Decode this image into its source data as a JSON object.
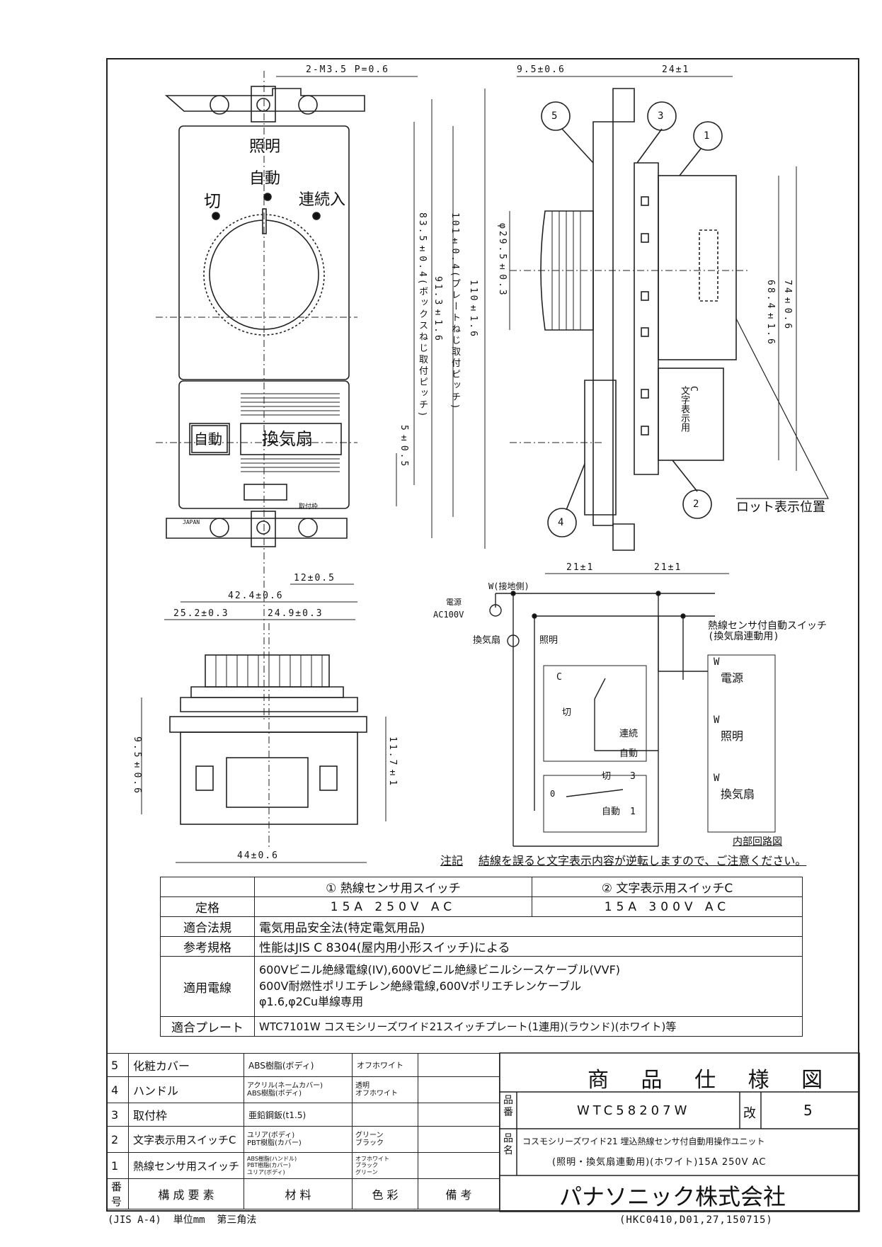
{
  "dims": {
    "screw": "2-M3.5 P=0.6",
    "top_l": "9.5±0.6",
    "top_r": "24±1",
    "pitch_box": "83.5±0.4(ボックスねじ取付ピッチ)",
    "pitch_plate": "101±0.4(プレートねじ取付ピッチ)",
    "h91": "91.3±1.6",
    "h110": "110±1.6",
    "h5": "5±0.5",
    "w12": "12±0.5",
    "w42": "42.4±0.6",
    "w25": "25.2±0.3",
    "w24": "24.9±0.3",
    "dia": "φ29.5±0.3",
    "h68": "68.4±1.6",
    "h74": "74±0.6",
    "b21l": "21±1",
    "b21r": "21±1",
    "h9": "9.5±0.6",
    "h11": "11.7±1",
    "w44": "44±0.6"
  },
  "face": {
    "label_light": "照明",
    "label_auto": "自動",
    "label_off": "切",
    "label_cont": "連続入",
    "auto_box": "自動",
    "fan": "換気扇",
    "japan": "JAPAN",
    "frame": "取付枠"
  },
  "side": {
    "char_switch": "C\n文字表示用",
    "lot": "ロット表示位置",
    "callouts": [
      "5",
      "3",
      "1",
      "2",
      "4"
    ]
  },
  "circuit": {
    "w_ground": "W(接地側)",
    "power": "電源",
    "ac": "AC100V",
    "fan": "換気扇",
    "light": "照明",
    "c": "C",
    "off": "切",
    "cont": "連続",
    "auto": "自動",
    "off2": "切",
    "n3": "3",
    "n0": "0",
    "auto2": "自動",
    "n1": "1",
    "sw_title": "熱線センサ付自動スイッチ\n(換気扇連動用)",
    "w1": "W",
    "power2": "電源",
    "w2": "W",
    "light2": "照明",
    "w3": "W",
    "fan2": "換気扇",
    "internal": "内部回路図",
    "note_label": "注記",
    "note": "結線を誤ると文字表示内容が逆転しますので、ご注意ください。"
  },
  "spec": {
    "col1": "① 熱線センサ用スイッチ",
    "col2": "② 文字表示用スイッチC",
    "rows": [
      {
        "k": "定格",
        "v1": "15A 250V AC",
        "v2": "15A 300V AC"
      },
      {
        "k": "適合法規",
        "v": "電気用品安全法(特定電気用品)"
      },
      {
        "k": "参考規格",
        "v": "性能はJIS C 8304(屋内用小形スイッチ)による"
      },
      {
        "k": "適用電線",
        "v": "600Vビニル絶縁電線(IV),600Vビニル絶縁ビニルシースケーブル(VVF)\n600V耐燃性ポリエチレン絶縁電線,600Vポリエチレンケーブル\nφ1.6,φ2Cu単線専用"
      },
      {
        "k": "適合プレート",
        "v": "WTC7101W コスモシリーズワイド21スイッチプレート(1連用)(ラウンド)(ホワイト)等"
      }
    ]
  },
  "parts": {
    "rows": [
      {
        "no": "5",
        "name": "化粧カバー",
        "mat": "ABS樹脂(ボディ)",
        "col": "オフホワイト",
        "mat_sm": false,
        "col_sm": false
      },
      {
        "no": "4",
        "name": "ハンドル",
        "mat": "アクリル(ネームカバー)\nABS樹脂(ボディ)",
        "col": "透明\nオフホワイト",
        "mat_sm": true,
        "col_sm": true
      },
      {
        "no": "3",
        "name": "取付枠",
        "mat": "亜鉛鋼鈑(t1.5)",
        "col": "",
        "mat_sm": false,
        "col_sm": false
      },
      {
        "no": "2",
        "name": "文字表示用スイッチC",
        "mat": "ユリア(ボディ)\nPBT樹脂(カバー)",
        "col": "グリーン\nブラック",
        "mat_sm": true,
        "col_sm": true
      },
      {
        "no": "1",
        "name": "熱線センサ用スイッチ",
        "mat": "ABS樹脂(ハンドル)\nPBT樹脂(カバー)\nユリア(ボディ)",
        "col": "オフホワイト\nブラック\nグリーン",
        "mat_sm": true,
        "col_sm": true
      }
    ],
    "head": {
      "no": "番号",
      "name": "構 成 要 素",
      "mat": "材 料",
      "col": "色 彩",
      "rem": "備 考"
    }
  },
  "title": {
    "heading": "商 品 仕 様 図",
    "hinban_label": "品番",
    "hinban": "WTC58207W",
    "kai_label": "改",
    "kai": "5",
    "hinmei_label": "品名",
    "hinmei1": "コスモシリーズワイド21 埋込熱線センサ付自動用操作ユニット",
    "hinmei2": "(照明・換気扇連動用)(ホワイト)15A 250V AC",
    "company": "パナソニック株式会社"
  },
  "footer": {
    "left": "(JIS A-4)  単位mm  第三角法",
    "right": "(HKC0410,D01,27,150715)"
  }
}
